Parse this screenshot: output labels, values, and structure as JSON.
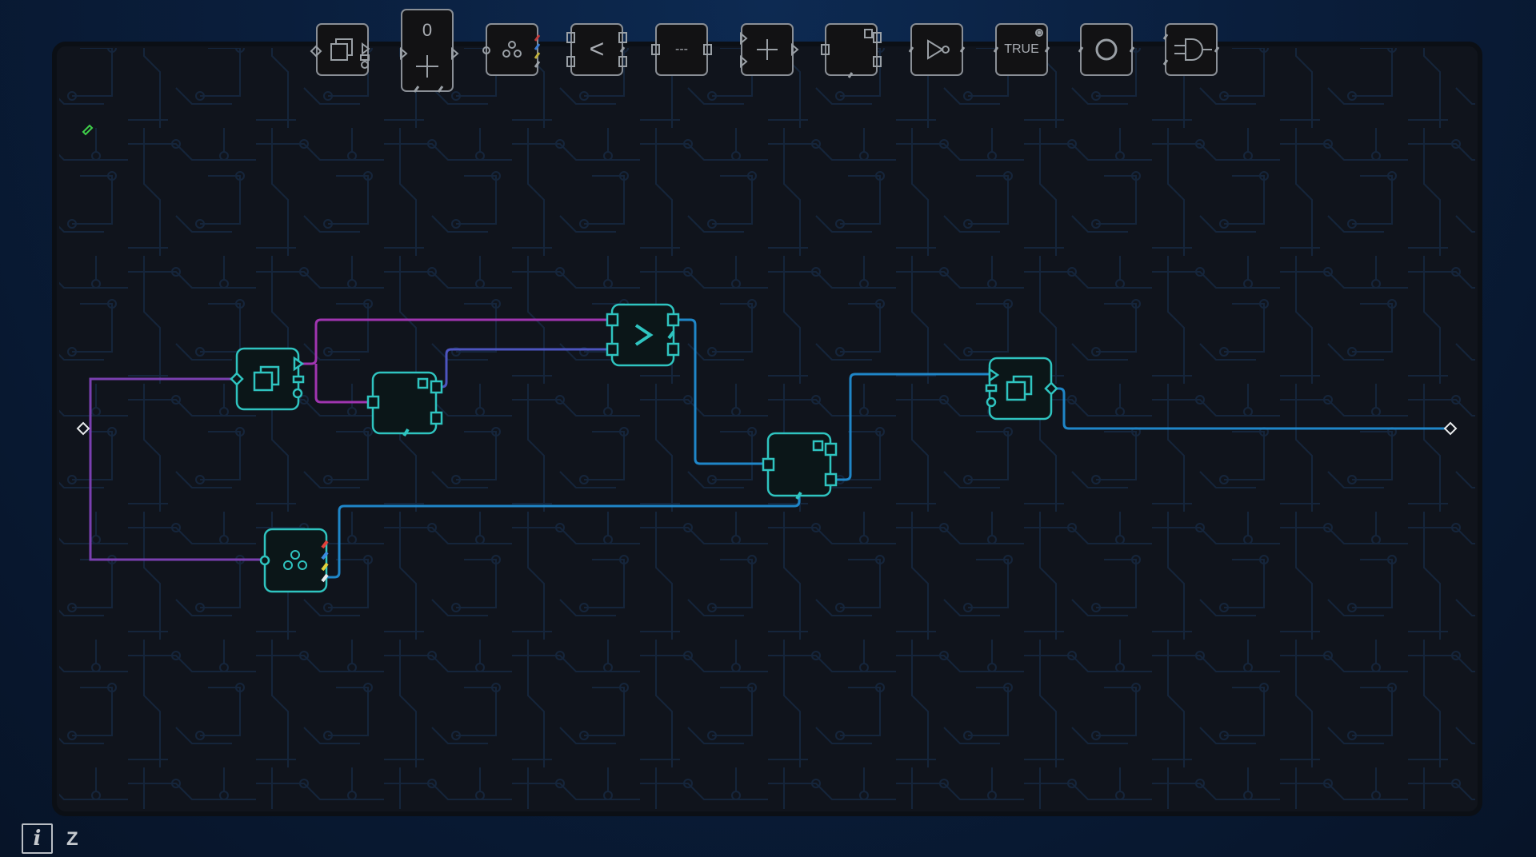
{
  "toolbar": {
    "items": [
      {
        "name": "copy-node",
        "icon": "copy-icon"
      },
      {
        "name": "counter-node",
        "value": "0",
        "icon": "plus-icon"
      },
      {
        "name": "split-node",
        "icon": "split-icon"
      },
      {
        "name": "less-than-node",
        "label": "<"
      },
      {
        "name": "constant-node",
        "label": "---"
      },
      {
        "name": "add-node",
        "icon": "plus-icon"
      },
      {
        "name": "memory-node",
        "icon": "memory-icon"
      },
      {
        "name": "not-gate-node",
        "icon": "not-gate-icon"
      },
      {
        "name": "true-node",
        "label": "TRUE"
      },
      {
        "name": "or-node",
        "icon": "circle-icon"
      },
      {
        "name": "and-gate-node",
        "icon": "and-gate-icon"
      }
    ]
  },
  "canvas": {
    "nodes": [
      {
        "name": "copy-node"
      },
      {
        "name": "memory-node"
      },
      {
        "name": "greater-than-node",
        "label": ">"
      },
      {
        "name": "memory-node"
      },
      {
        "name": "copy-node"
      },
      {
        "name": "split-node"
      }
    ],
    "wire_colors": {
      "purple": "#7a3fb0",
      "magenta": "#a035b0",
      "indigo": "#4d55c0",
      "blue": "#1f86c8"
    },
    "node_color": "#2fc4c0"
  },
  "footer": {
    "info": "i",
    "key_hint": "Z"
  }
}
